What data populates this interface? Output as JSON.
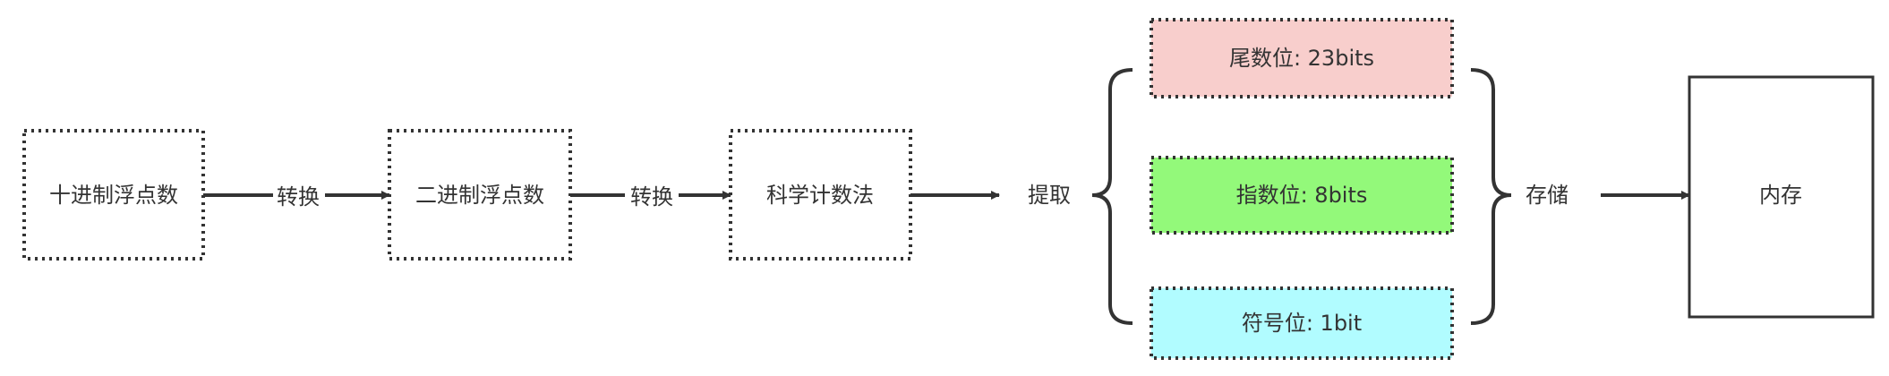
{
  "colors": {
    "stroke": "#333333",
    "mantissa": "#f8cecc",
    "exponent": "#93f97a",
    "sign": "#b1fcff"
  },
  "nodes": {
    "decimal": "十进制浮点数",
    "binary": "二进制浮点数",
    "scientific": "科学计数法",
    "mantissa": "尾数位: 23bits",
    "exponent": "指数位: 8bits",
    "sign": "符号位: 1bit",
    "memory": "内存"
  },
  "edges": {
    "convert1": "转换",
    "convert2": "转换",
    "extract": "提取",
    "store": "存储"
  }
}
